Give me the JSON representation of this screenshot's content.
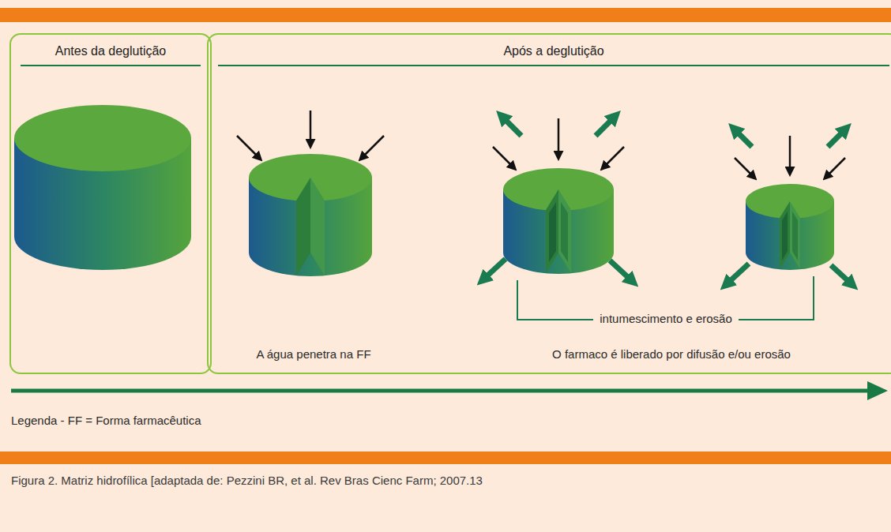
{
  "diagram": {
    "caption": "Figura 2. Matriz hidrofílica [adaptada de: Pezzini BR, et al. Rev Bras Cienc Farm; 2007.13",
    "nodes": [
      {
        "text": [
          "Antes da deglutição"
        ]
      },
      {
        "text": [
          "Após a deglutição"
        ]
      }
    ],
    "labels": [
      "intumescimento e erosão",
      "A água penetra na FF",
      "O farmaco é liberado por difusão e/ou erosão",
      "Legenda - FF = Forma farmacêutica"
    ]
  }
}
